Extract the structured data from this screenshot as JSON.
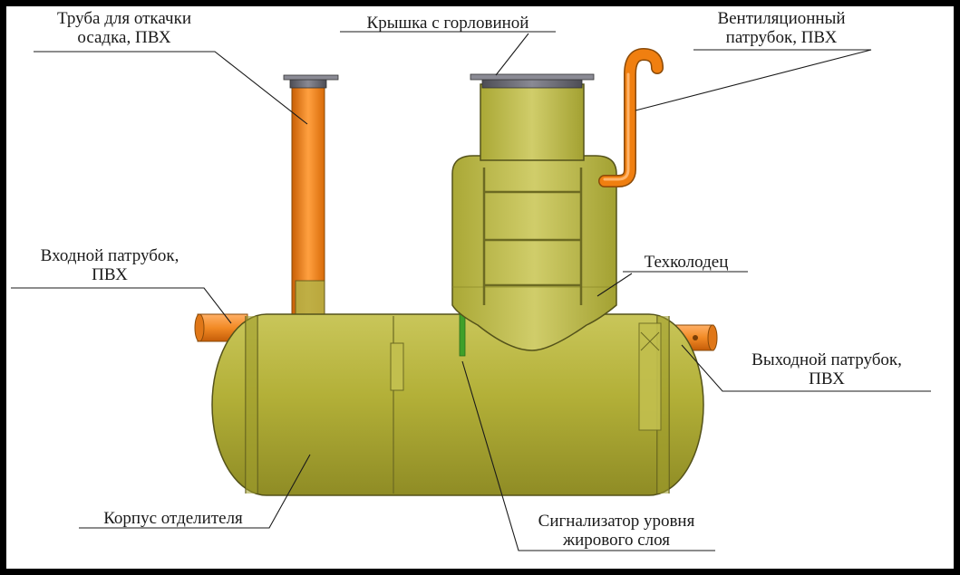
{
  "labels": {
    "sludge_pipe": {
      "line1": "Труба для откачки",
      "line2": "осадка, ПВХ"
    },
    "cover": {
      "line1": "Крышка с горловиной"
    },
    "vent_pipe": {
      "line1": "Вентиляционный",
      "line2": "патрубок, ПВХ"
    },
    "inlet_pipe": {
      "line1": "Входной патрубок,",
      "line2": "ПВХ"
    },
    "manhole": {
      "line1": "Техколодец"
    },
    "outlet_pipe": {
      "line1": "Выходной патрубок,",
      "line2": "ПВХ"
    },
    "body": {
      "line1": "Корпус отделителя"
    },
    "fat_sensor": {
      "line1": "Сигнализатор уровня",
      "line2": "жирового слоя"
    }
  },
  "colors": {
    "tank_body": "#b3b038",
    "tank_edge": "#54521a",
    "pvc_pipe": "#f07f10",
    "pipe_cap": "#5e5e66",
    "sensor": "#3fa02a",
    "background": "#ffffff",
    "frame": "#000000"
  }
}
